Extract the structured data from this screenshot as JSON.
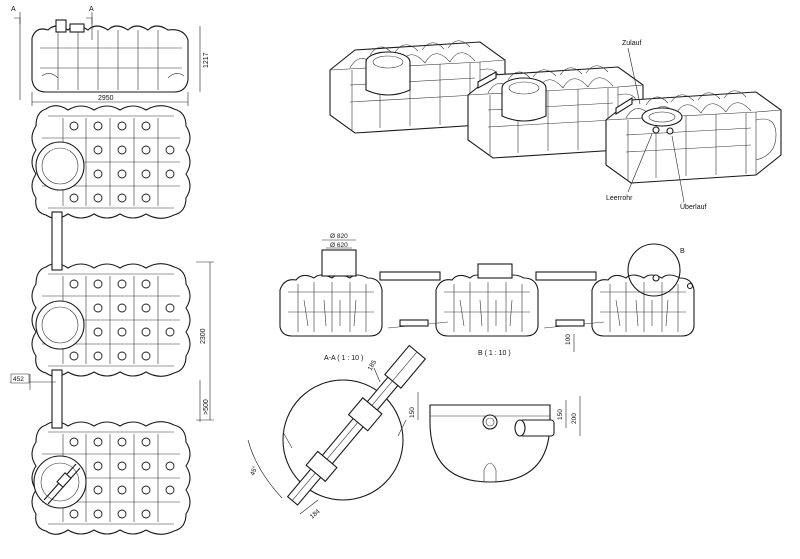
{
  "section_marks": {
    "left": "A",
    "right": "A"
  },
  "dimensions": {
    "length": "2950",
    "height": "1217",
    "module_pitch": "2300",
    "pipe_offset": "452",
    "spacing_min": ">500",
    "dia_outer": "Ø 820",
    "dia_inner": "Ø 620",
    "base_gap": "100",
    "pipe_len": "185",
    "pipe_end": "184",
    "angle": "45°",
    "detail_a": "150",
    "detail_b": "150",
    "detail_c": "200"
  },
  "labels": {
    "inlet": "Zulauf",
    "overflow": "Überlauf",
    "empty_pipe": "Leerrohr",
    "detail_callout": "B",
    "section_view": "A-A ( 1 : 10 )",
    "detail_view": "B ( 1 : 10 )"
  }
}
